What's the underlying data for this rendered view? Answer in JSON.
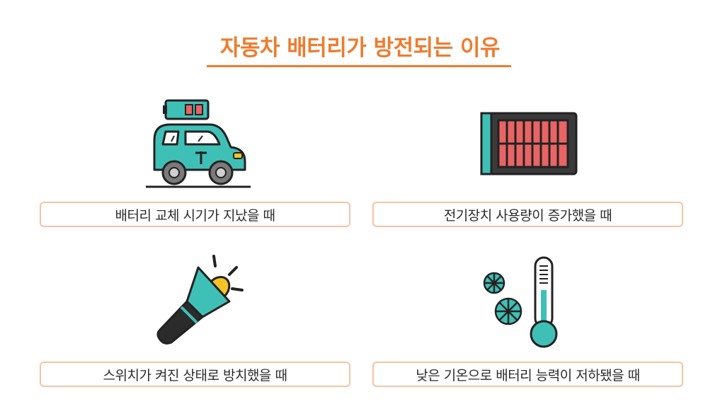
{
  "title": "자동차 배터리가 방전되는 이유",
  "colors": {
    "accent": "#ef7b2e",
    "box_border": "#f6c3a2",
    "teal": "#3fc0b7",
    "outline": "#222222",
    "red": "#e96464",
    "yellow": "#f7c325"
  },
  "reasons": [
    {
      "icon": "car-battery-icon",
      "label": "배터리 교체 시기가 지났을 때"
    },
    {
      "icon": "heater-icon",
      "label": "전기장치 사용량이 증가했을 때"
    },
    {
      "icon": "flashlight-icon",
      "label": "스위치가 켜진 상태로 방치했을 때"
    },
    {
      "icon": "thermometer-snow-icon",
      "label": "낮은 기온으로 배터리 능력이 저하됐을 때"
    }
  ]
}
